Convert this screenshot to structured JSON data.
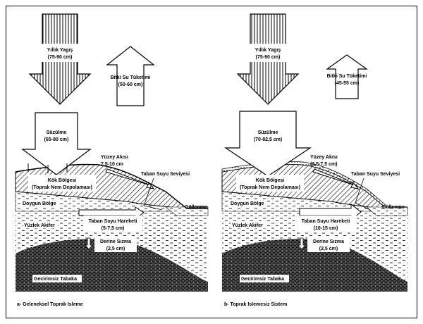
{
  "panel_a": {
    "caption": "a- Geleneksel Toprak Isleme",
    "rain_title": "Yıllık Yagış",
    "rain_value": "(75-90 cm)",
    "et_title": "Bitki Su Tüketimi",
    "et_value": "(50-60 cm)",
    "infil_title": "Süzülme",
    "infil_value": "(65-80 cm)",
    "runoff_title": "Yüzey Akısı",
    "runoff_value": "7,5-10 cm",
    "water_table": "Taban Suyu Seviyesi",
    "root_zone": "Kök Bölgesi",
    "soil_storage": "(Toprak Nem Depolaması)",
    "saturated": "Doygun Bölge",
    "pond": "Göllenme",
    "aquifer": "Yüzlek Akifer",
    "gw_flow_title": "Taban Suyu Hareketi",
    "gw_flow_value": "(5-7,5 cm)",
    "deep_title": "Derine Sızma",
    "deep_value": "(2,5 cm)",
    "impermeable": "Gecirimsiz Tabaka"
  },
  "panel_b": {
    "caption": "b- Toprak Islemesiz Sistem",
    "rain_title": "Yıllık Yagış",
    "rain_value": "(75-90 cm)",
    "et_title": "Bitki Su Tüketimi",
    "et_value": "(45-55 cm)",
    "infil_title": "Süzülme",
    "infil_value": "(70-82,5 cm)",
    "runoff_title": "Yüzey Akısı",
    "runoff_value": "(2,5-7,5 cm)",
    "water_table": "Taban Suyu Seviyesi",
    "root_zone": "Kök Bölgesi",
    "soil_storage": "(Toprak Nem Depolaması)",
    "saturated": "Doygun Bölge",
    "pond": "Göllenme",
    "aquifer": "Yüzlek Akifer",
    "gw_flow_title": "Taban Suyu Hareketi",
    "gw_flow_value": "(10-15 cm)",
    "deep_title": "Derine Sızma",
    "deep_value": "(2,5 cm)",
    "impermeable": "Gecirimsiz Tabaka"
  }
}
